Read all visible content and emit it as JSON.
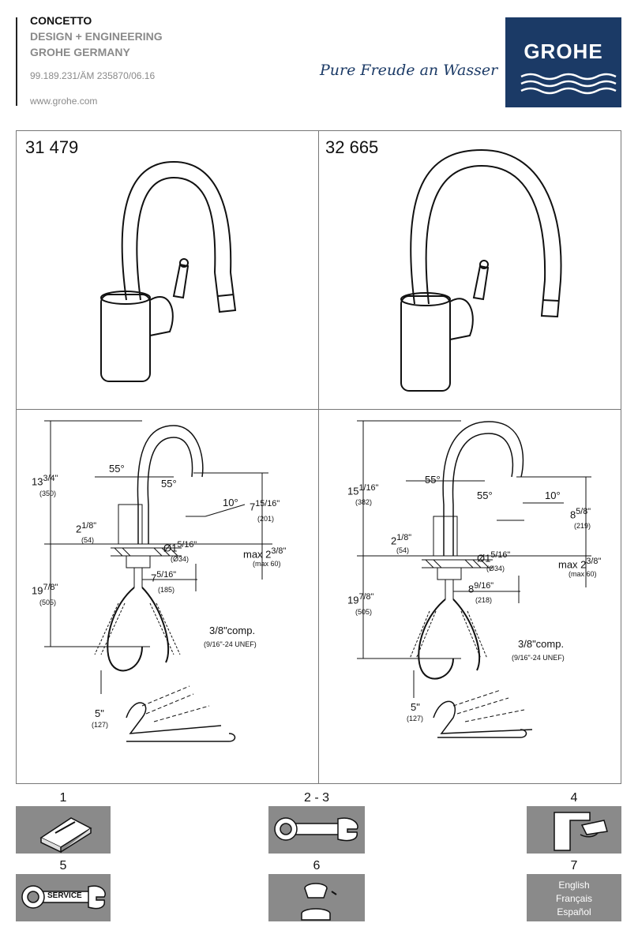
{
  "header": {
    "title": "CONCETTO",
    "line2": "DESIGN + ENGINEERING",
    "line3": "GROHE GERMANY",
    "doc_number": "99.189.231/ÄM 235870/06.16",
    "website": "www.grohe.com",
    "slogan": "Pure Freude an Wasser",
    "logo_text": "GROHE"
  },
  "panels": {
    "left_model": "31 479",
    "right_model": "32 665"
  },
  "left_dims": {
    "height_upper": "13",
    "height_upper_frac": "3/4\"",
    "height_upper_mm": "(350)",
    "angle1": "55°",
    "angle2": "55°",
    "angle3": "10°",
    "reach": "7",
    "reach_frac": "15/16\"",
    "reach_mm": "(201)",
    "base": "2",
    "base_frac": "1/8\"",
    "base_mm": "(54)",
    "hole": "Ø1",
    "hole_frac": "5/16\"",
    "hole_mm": "(Ø34)",
    "max": "max 2",
    "max_frac": "3/8\"",
    "max_mm": "(max 60)",
    "shank": "7",
    "shank_frac": "5/16\"",
    "shank_mm": "(185)",
    "height_lower": "19",
    "height_lower_frac": "7/8\"",
    "height_lower_mm": "(505)",
    "comp": "3/8\"comp.",
    "thread": "(9/16\"-24 UNEF)",
    "spout": "5\"",
    "spout_mm": "(127)"
  },
  "right_dims": {
    "height_upper": "15",
    "height_upper_frac": "1/16\"",
    "height_upper_mm": "(382)",
    "angle1": "55°",
    "angle2": "55°",
    "angle3": "10°",
    "reach": "8",
    "reach_frac": "5/8\"",
    "reach_mm": "(219)",
    "base": "2",
    "base_frac": "1/8\"",
    "base_mm": "(54)",
    "hole": "Ø1",
    "hole_frac": "5/16\"",
    "hole_mm": "(Ø34)",
    "max": "max 2",
    "max_frac": "3/8\"",
    "max_mm": "(max 60)",
    "shank": "8",
    "shank_frac": "9/16\"",
    "shank_mm": "(218)",
    "height_lower": "19",
    "height_lower_frac": "7/8\"",
    "height_lower_mm": "(505)",
    "comp": "3/8\"comp.",
    "thread": "(9/16\"-24 UNEF)",
    "spout": "5\"",
    "spout_mm": "(127)"
  },
  "steps": [
    {
      "number": "1",
      "icon": "manual-box-icon"
    },
    {
      "number": "2 - 3",
      "icon": "wrench-icon"
    },
    {
      "number": "4",
      "icon": "faucet-cleaning-icon"
    },
    {
      "number": "5",
      "icon": "service-wrench-icon",
      "label": "SERVICE"
    },
    {
      "number": "6",
      "icon": "lever-cartridge-icon"
    },
    {
      "number": "7",
      "languages": [
        "English",
        "Français",
        "Español"
      ]
    }
  ]
}
